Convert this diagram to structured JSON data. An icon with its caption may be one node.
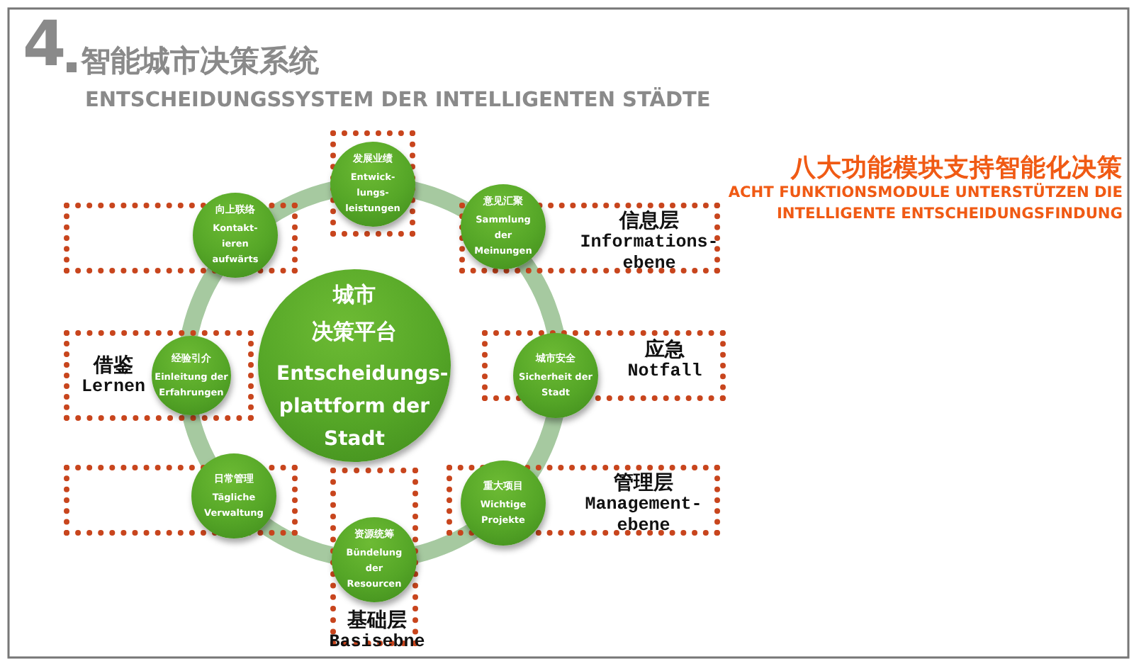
{
  "diagram": {
    "title": "智能城市决策系统",
    "nodes": [
      {
        "text": [],
        "shape": "box"
      },
      {
        "text": [
          "发展业绩",
          "Entwick- lungs- leistungen"
        ],
        "in": 0
      },
      {
        "text": [],
        "shape": "box"
      },
      {
        "text": [
          "向上联络",
          "Kontakt- ieren aufwärts"
        ]
      },
      {
        "text": [
          "信息层",
          "Informations- ebene"
        ]
      },
      {
        "text": [
          "意见汇聚",
          "Sammlung der Meinungen"
        ]
      },
      {
        "text": [
          "城市",
          "决策平台",
          "Entscheidungs- plattform der Stadt"
        ]
      },
      {
        "text": [
          "借鉴",
          "Lernen"
        ]
      },
      {
        "text": [
          "经验引介",
          "Einleitung der Erfahrungen"
        ],
        "in": 7
      },
      {
        "text": [
          "应急",
          "Notfall"
        ]
      },
      {
        "text": [
          "城市安全",
          "Sicherheit der Stadt"
        ]
      },
      {
        "text": [],
        "shape": "box"
      },
      {
        "text": [
          "日常管理",
          "Tägliche Verwaltung"
        ]
      },
      {
        "text": [
          "管理层",
          "Management- ebene"
        ]
      },
      {
        "text": [
          "重大项目",
          "Wichtige Projekte"
        ]
      },
      {
        "text": [
          "基础层",
          "Basisebne"
        ]
      },
      {
        "text": [
          "资源统筹",
          "Bündelung der Resourcen"
        ],
        "in": 15
      }
    ],
    "labels": [
      "4",
      "ENTSCHEIDUNGSSYSTEM DER INTELLIGENTEN STÄDTE",
      "八大功能模块支持智能化决策",
      "ACHT FUNKTIONSMODULE UNTERSTÜTZEN DIE INTELLIGENTE ENTSCHEIDUNGSFINDUNG"
    ]
  }
}
